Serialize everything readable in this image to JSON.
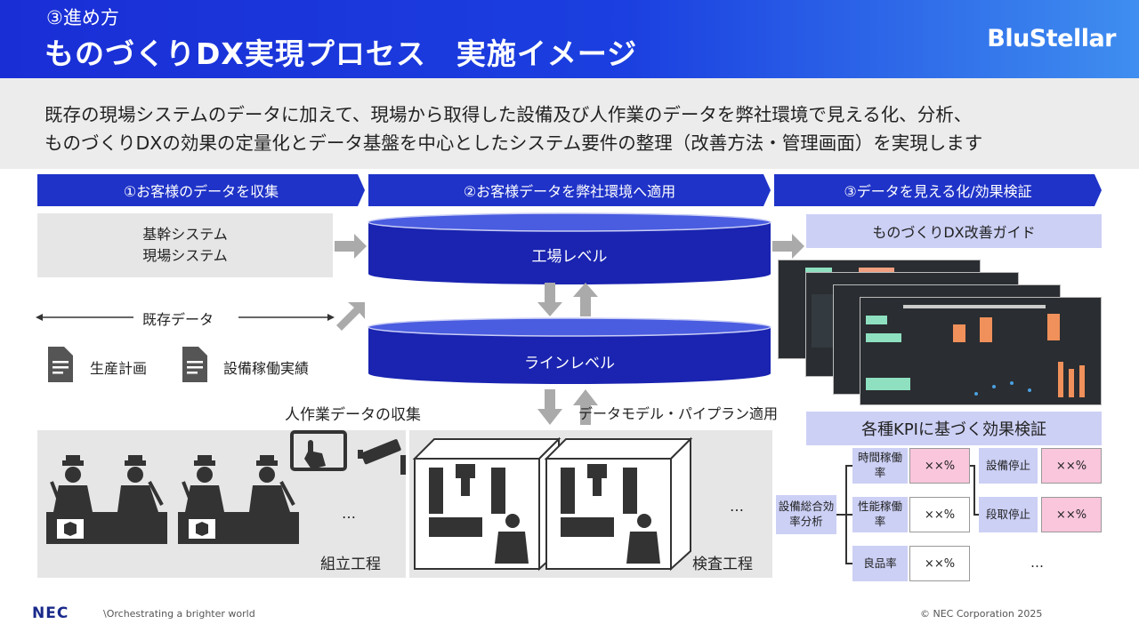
{
  "header": {
    "subtitle": "③進め方",
    "title": "ものづくりDX実現プロセス　実施イメージ",
    "brand": "BluStellar"
  },
  "intro": {
    "line1": "既存の現場システムのデータに加えて、現場から取得した設備及び人作業のデータを弊社環境で見える化、分析、",
    "line2": "ものづくりDXの効果の定量化とデータ基盤を中心としたシステム要件の整理（改善方法・管理画面）を実現します"
  },
  "steps": {
    "s1": "①お客様のデータを収集",
    "s2": "②お客様データを弊社環境へ適用",
    "s3": "③データを見える化/効果検証"
  },
  "collect": {
    "systems_line1": "基幹システム",
    "systems_line2": "現場システム",
    "existing_data": "既存データ",
    "doc1": "生産計画",
    "doc2": "設備稼働実績",
    "human_data": "人作業データの収集",
    "assembly": "組立工程",
    "ellipsis": "…"
  },
  "platform": {
    "factory_level": "工場レベル",
    "line_level": "ラインレベル",
    "model_apply": "データモデル・パイプラン適用",
    "inspection": "検査工程",
    "ellipsis": "…"
  },
  "visualize": {
    "guide": "ものづくりDX改善ガイド",
    "kpi_title": "各種KPIに基づく効果検証",
    "oee": "設備総合効率分析",
    "kpis": [
      {
        "label": "時間稼働率",
        "value": "××%"
      },
      {
        "label": "性能稼働率",
        "value": "××%"
      },
      {
        "label": "良品率",
        "value": "××%"
      }
    ],
    "stops": [
      {
        "label": "設備停止",
        "value": "××%"
      },
      {
        "label": "段取停止",
        "value": "××%"
      }
    ],
    "ellipsis": "…"
  },
  "footer": {
    "logo": "NEC",
    "tagline": "\\Orchestrating a brighter world",
    "copyright": "© NEC Corporation 2025"
  },
  "colors": {
    "primary": "#1f33c8",
    "dark_blue": "#1a24b0",
    "lavender": "#ccd0f5",
    "pink": "#f9c6dc",
    "gray": "#e6e6e6"
  }
}
